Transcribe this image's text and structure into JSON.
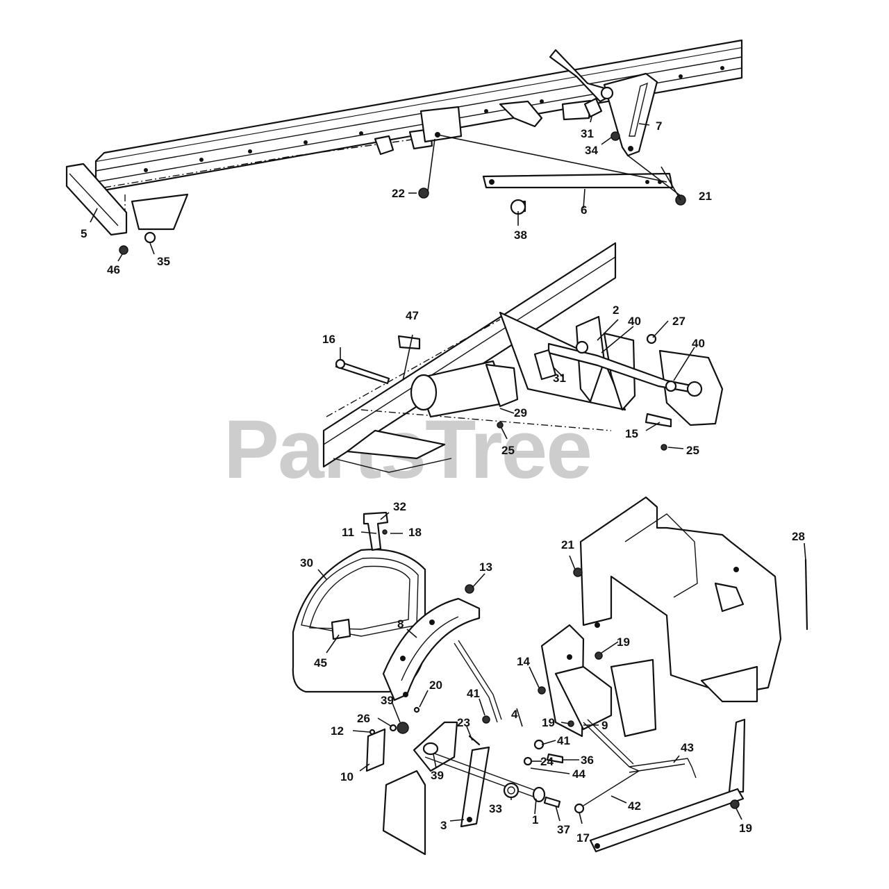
{
  "watermark": "PartsTree",
  "callouts": {
    "c5": "5",
    "c46": "46",
    "c35": "35",
    "c22": "22",
    "c38": "38",
    "c6": "6",
    "c21a": "21",
    "c34": "34",
    "c31a": "31",
    "c7": "7",
    "c16": "16",
    "c47": "47",
    "c31b": "31",
    "c29": "29",
    "c25a": "25",
    "c2": "2",
    "c40a": "40",
    "c27": "27",
    "c40b": "40",
    "c15": "15",
    "c25b": "25",
    "c32": "32",
    "c11": "11",
    "c18": "18",
    "c30": "30",
    "c45": "45",
    "c13": "13",
    "c8": "8",
    "c21b": "21",
    "c28": "28",
    "c19a": "19",
    "c14": "14",
    "c39a": "39",
    "c20": "20",
    "c41a": "41",
    "c4": "4",
    "c19b": "19",
    "c9": "9",
    "c26": "26",
    "c12": "12",
    "c23": "23",
    "c41b": "41",
    "c24": "24",
    "c36": "36",
    "c44": "44",
    "c43": "43",
    "c10": "10",
    "c39b": "39",
    "c33": "33",
    "c3": "3",
    "c1": "1",
    "c37": "37",
    "c17": "17",
    "c42": "42",
    "c19c": "19"
  }
}
